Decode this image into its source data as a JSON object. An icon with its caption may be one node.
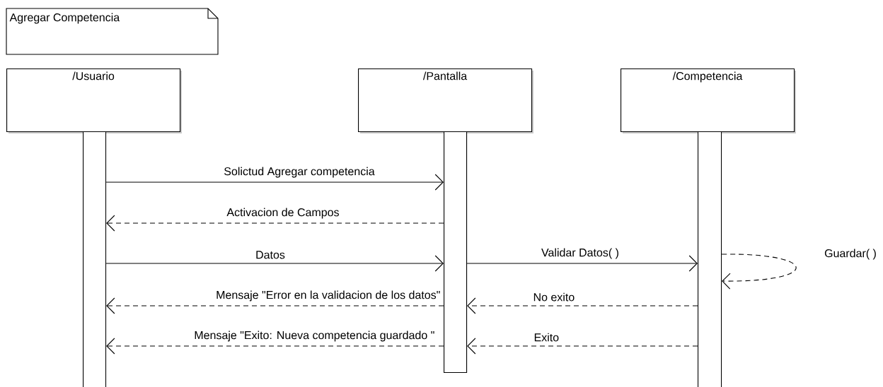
{
  "diagram": {
    "nodes": [
      {
        "text": [
          "Agregar Competencia"
        ]
      },
      {
        "text": [
          "/Usuario"
        ]
      },
      {
        "text": [
          "/Pantalla"
        ]
      },
      {
        "text": [
          "/Competencia"
        ]
      },
      {
        "text": [],
        "shape": "bar"
      },
      {
        "text": [],
        "shape": "bar"
      },
      {
        "text": [],
        "shape": "bar"
      }
    ],
    "edges": [
      {
        "from": 4,
        "to": 5,
        "arrow": "to",
        "label": "Solictud Agregar competencia"
      },
      {
        "from": 5,
        "to": 4,
        "arrow": "to",
        "label": "Activacion de Campos",
        "style": "dashed"
      },
      {
        "from": 4,
        "to": 5,
        "arrow": "to",
        "label": "Datos"
      },
      {
        "from": 5,
        "to": 6,
        "arrow": "to",
        "label": "Validar Datos( )"
      },
      {
        "from": 6,
        "to": 6,
        "arrow": "to",
        "label": "Guardar( )",
        "style": "dashed"
      },
      {
        "from": 5,
        "to": 4,
        "arrow": "to",
        "label": "Mensaje \"Error en la validacion de los datos\"",
        "style": "dashed"
      },
      {
        "from": 6,
        "to": 5,
        "arrow": "to",
        "label": "No exito",
        "style": "dashed"
      },
      {
        "from": 5,
        "to": 4,
        "arrow": "to",
        "label": "Mensaje \"Exito:  Nueva competencia guardado \"",
        "style": "dashed"
      },
      {
        "from": 6,
        "to": 5,
        "arrow": "to",
        "label": "Exito",
        "style": "dashed"
      }
    ]
  }
}
